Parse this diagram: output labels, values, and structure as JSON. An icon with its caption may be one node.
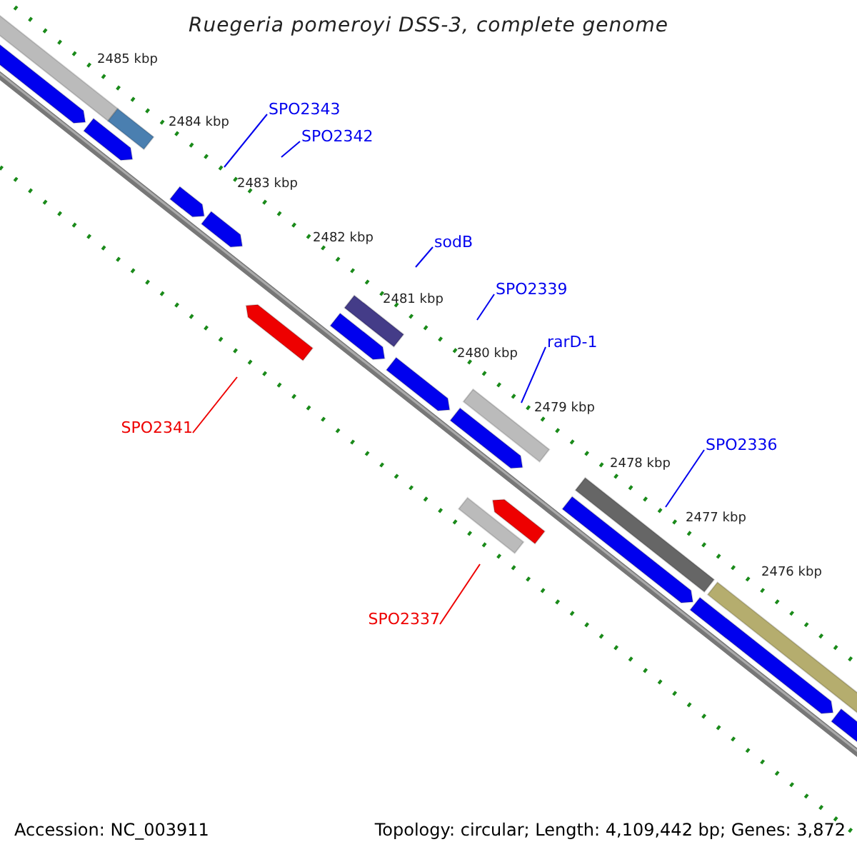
{
  "diagram": {
    "title": "Ruegeria pomeroyi DSS-3, complete genome",
    "nodes": [
      {
        "text": [
          "SPO2343"
        ]
      },
      {
        "text": [
          "SPO2342"
        ]
      },
      {
        "text": [
          "sodB"
        ]
      },
      {
        "text": [
          "SPO2339"
        ]
      },
      {
        "text": [
          "rarD-1"
        ]
      },
      {
        "text": [
          "SPO2341"
        ]
      },
      {
        "text": [
          "SPO2336"
        ]
      },
      {
        "text": [
          "SPO2337"
        ]
      }
    ],
    "edges": [
      {
        "from": 0,
        "to": null,
        "arrow": "none"
      },
      {
        "from": 1,
        "to": null,
        "arrow": "none"
      },
      {
        "from": 2,
        "to": null,
        "arrow": "none"
      },
      {
        "from": 3,
        "to": null,
        "arrow": "none"
      },
      {
        "from": 4,
        "to": null,
        "arrow": "none"
      },
      {
        "from": 5,
        "to": null,
        "arrow": "none",
        "color": "#ee0000"
      },
      {
        "from": 6,
        "to": null,
        "arrow": "none"
      },
      {
        "from": 7,
        "to": null,
        "arrow": "none",
        "color": "#ee0000"
      }
    ],
    "labels": [
      "2485 kbp",
      "2484 kbp",
      "2483 kbp",
      "2482 kbp",
      "2481 kbp",
      "2480 kbp",
      "2479 kbp",
      "2478 kbp",
      "2477 kbp",
      "2476 kbp",
      "Accession: NC_003911",
      "Topology: circular; Length: 4,109,442 bp; Genes: 3,872"
    ]
  }
}
